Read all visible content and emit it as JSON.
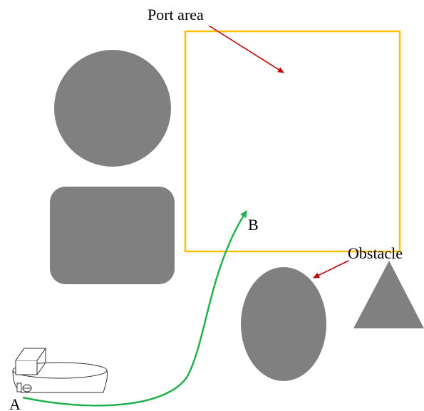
{
  "labels": {
    "port_area": "Port area",
    "obstacle": "Obstacle",
    "start_point": "A",
    "end_point": "B"
  },
  "colors": {
    "obstacle_fill": "#808080",
    "port_border": "#FFC000",
    "route_path": "#22B14C",
    "annotation_arrow": "#C00000",
    "ship_outline": "#333333"
  },
  "icons": {
    "ship": "ship-icon"
  }
}
